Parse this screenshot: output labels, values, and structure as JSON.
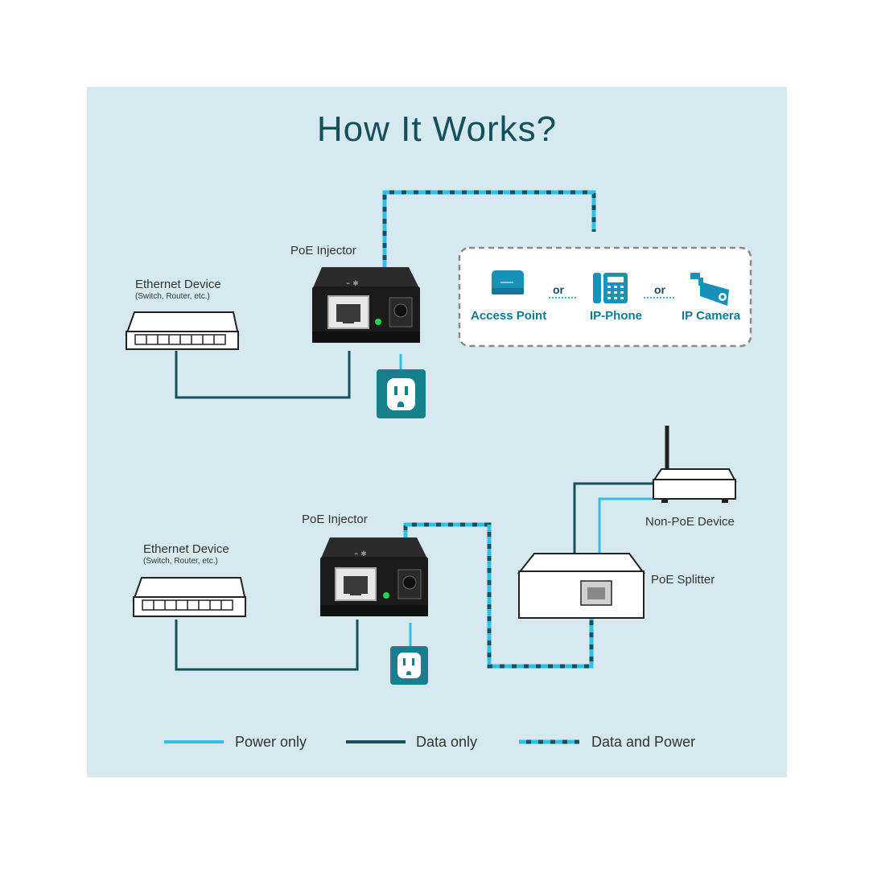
{
  "title": "How It Works?",
  "top": {
    "injector_label": "PoE Injector",
    "ethernet_label": "Ethernet Device",
    "ethernet_sub": "(Switch, Router, etc.)",
    "devices": [
      {
        "label": "Access Point",
        "icon": "access-point-icon"
      },
      {
        "label": "IP-Phone",
        "icon": "ip-phone-icon"
      },
      {
        "label": "IP Camera",
        "icon": "ip-camera-icon"
      }
    ],
    "or_text": "or"
  },
  "bottom": {
    "injector_label": "PoE Injector",
    "ethernet_label": "Ethernet Device",
    "ethernet_sub": "(Switch, Router, etc.)",
    "non_poe_label": "Non-PoE Device",
    "splitter_label": "PoE Splitter"
  },
  "legend": {
    "power_only": "Power only",
    "data_only": "Data only",
    "data_and_power": "Data and Power"
  },
  "colors": {
    "panel_bg": "#d5e9ee",
    "power": "#2ec1e8",
    "data": "#16505c",
    "outlet": "#17808e",
    "device_blue": "#1791b8"
  }
}
